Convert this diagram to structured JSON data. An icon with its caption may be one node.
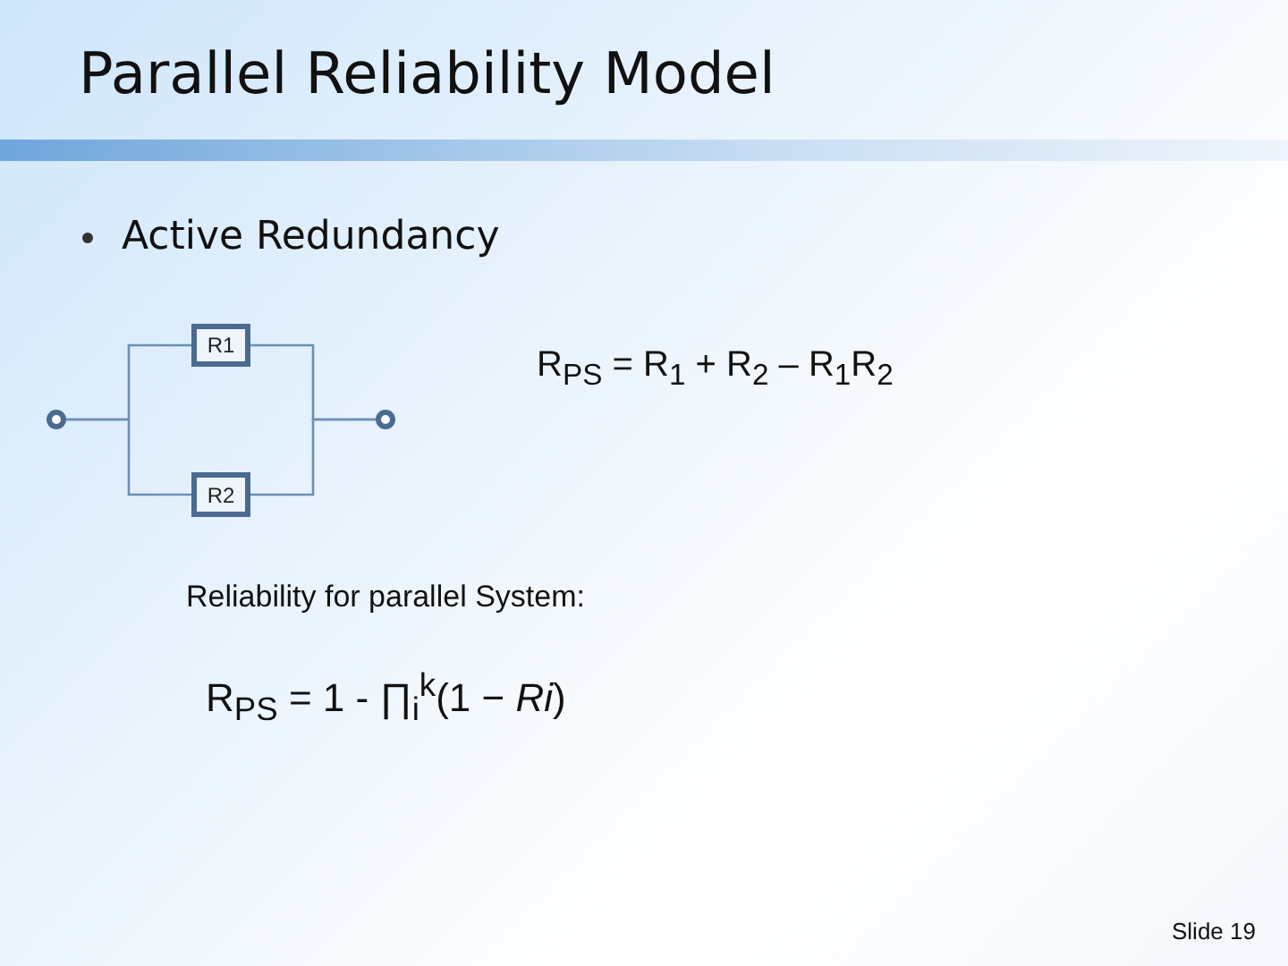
{
  "diagram": {
    "title": "Parallel Reliability Model",
    "nodes": [
      {
        "text": [],
        "shape": "circle"
      },
      {
        "text": [
          "R1"
        ]
      },
      {
        "text": [
          "R2"
        ]
      },
      {
        "text": [],
        "shape": "circle"
      }
    ],
    "edges": [
      {
        "from": 0,
        "to": 1,
        "arrow": "none"
      },
      {
        "from": 0,
        "to": 2,
        "arrow": "none"
      },
      {
        "from": 1,
        "to": 3,
        "arrow": "none"
      },
      {
        "from": 2,
        "to": 3,
        "arrow": "none"
      }
    ],
    "labels": [
      "Active Redundancy",
      "R$_{PS}$ = R$_{1}$ + R$_{2}$ – R$_{1}$R$_{2}$",
      "Reliability for parallel System:",
      "R$_{PS}$ = 1 - ∏$_{i}$$^{k}$(1 − *Ri*)",
      "Slide 19"
    ]
  }
}
